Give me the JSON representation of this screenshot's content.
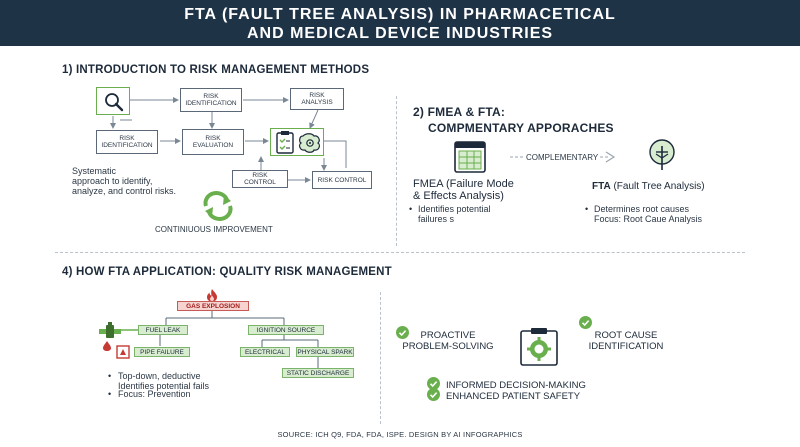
{
  "header": {
    "line1": "FTA (FAULT TREE ANALYSIS) IN PHARMACETICAL",
    "line2": "AND MEDICAL DEVICE INDUSTRIES"
  },
  "section1": {
    "title": "1) INTRODUCTION TO RISK MANAGEMENT METHODS",
    "boxes": {
      "risk_identification_top_l1": "RISK",
      "risk_identification_top_l2": "IDENTIFICATION",
      "risk_analysis_l1": "RISK",
      "risk_analysis_l2": "ANALYSIS",
      "risk_identification_l1": "RISK",
      "risk_identification_l2": "IDENTIFICATION",
      "risk_evaluation_l1": "RISK",
      "risk_evaluation_l2": "EVALUATION",
      "risk_control_l1": "RISK",
      "risk_control_l2": "CONTROL",
      "risk_control_right": "RISK CONTROL"
    },
    "description_l1": "Systematic",
    "description_l2": "approach to identify,",
    "description_l3": "analyze, and control risks.",
    "continuous": "CONTINIUOUS IMPROVEMENT"
  },
  "section2": {
    "title_l1": "2) FMEA & FTA:",
    "title_l2": "COMPMENTARY APPORACHES",
    "complementary": "COMPLEMENTARY",
    "fmea_title_l1": "FMEA (Failure Mode",
    "fmea_title_l2": "& Effects Analysis)",
    "fmea_bullet_l1": "Identifies potential",
    "fmea_bullet_l2": "failures s",
    "fta_title_bold": "FTA",
    "fta_title_rest": " (Fault Tree Analysis)",
    "fta_bullet_l1": "Determines root causes",
    "fta_bullet_l2": "Focus: Root Caue Analysis"
  },
  "section4": {
    "title": "4) HOW FTA APPLICATION: QUALITY RISK MANAGEMENT",
    "tree": {
      "top_event": "GAS EXPLOSION",
      "fuel_leak": "FUEL LEAK",
      "ignition_source": "IGNITION SOURCE",
      "pipe_failure": "PIPE FAILURE",
      "electrical": "ELECTRICAL",
      "physical_spark": "PHYSICAL SPARK",
      "static_discharge": "STATIC DISCHARGE"
    },
    "bullets": {
      "b1_l1": "Top-down, deductive",
      "b1_l2": "Identifies potential fails",
      "b2": "Focus: Prevention"
    },
    "benefits": {
      "proactive_l1": "PROACTIVE",
      "proactive_l2": "PROBLEM-SOLVING",
      "root_cause_l1": "ROOT CAUSE",
      "root_cause_l2": "IDENTIFICATION",
      "informed": "INFORMED DECISION-MAKING",
      "safety": "ENHANCED PATIENT SAFETY"
    }
  },
  "footer": "SOURCE: ICH Q9, FDA, FDA, ISPE. DESIGN BY AI INFOGRAPHICS",
  "colors": {
    "header_bg": "#1f3347",
    "accent_green": "#6aaf4d",
    "danger_red": "#c63a33",
    "text_dark": "#1d2a3a"
  },
  "icons": [
    "magnifier-icon",
    "clipboard-check-icon",
    "brain-gear-icon",
    "recycle-arrows-icon",
    "spreadsheet-icon",
    "tree-icon",
    "fire-icon",
    "valve-icon",
    "gear-clipboard-icon",
    "check-circle-icon"
  ]
}
